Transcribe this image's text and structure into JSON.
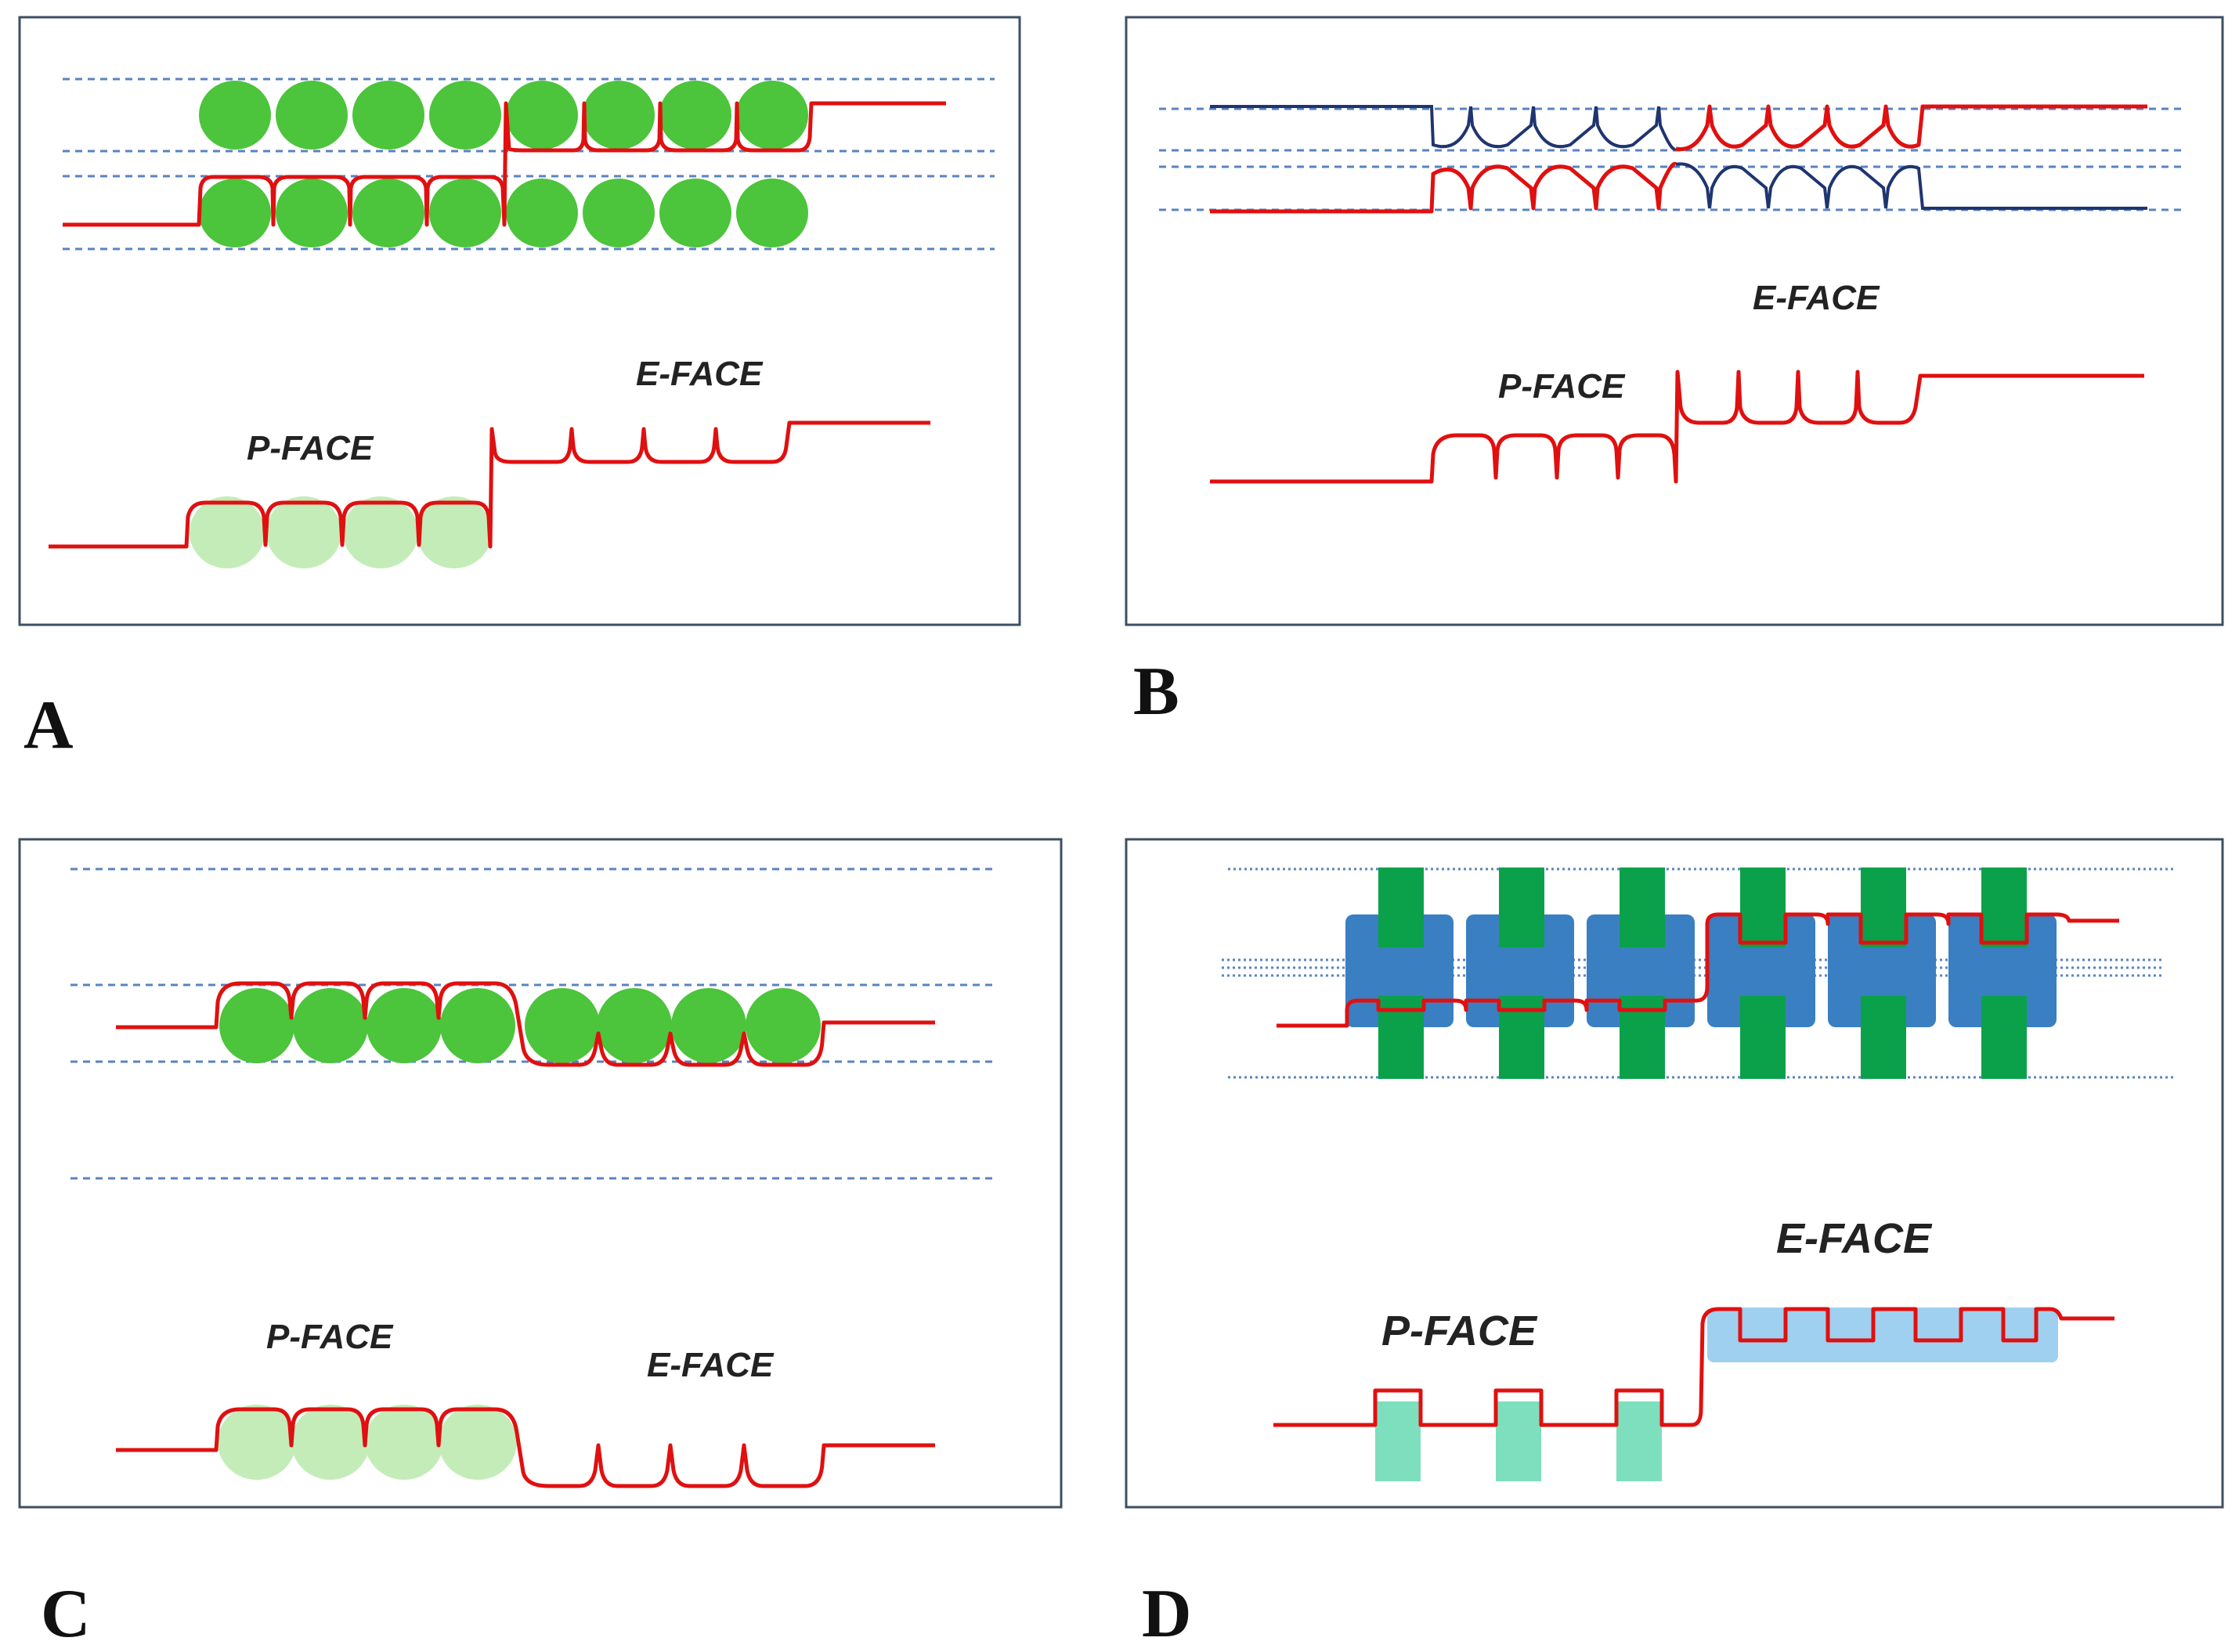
{
  "panels": [
    {
      "letter": "A",
      "p_face": "P-FACE",
      "e_face": "E-FACE"
    },
    {
      "letter": "B",
      "p_face": "P-FACE",
      "e_face": "E-FACE"
    },
    {
      "letter": "C",
      "p_face": "P-FACE",
      "e_face": "E-FACE"
    },
    {
      "letter": "D",
      "p_face": "P-FACE",
      "e_face": "E-FACE"
    }
  ],
  "colors": {
    "fracture_line": "#e01010",
    "particle_green": "#4cc43c",
    "particle_light_green": "#c4ecb8",
    "guide_blue": "#5a83c0",
    "block_blue": "#3a7fc2",
    "block_green": "#0aa14a",
    "pit_light_blue": "#9fd0ef",
    "pit_teal": "#66d9b2"
  }
}
